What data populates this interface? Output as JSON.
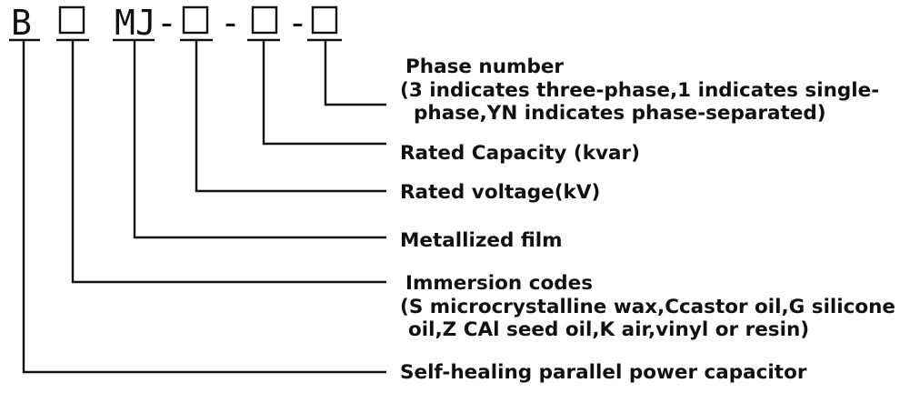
{
  "code": {
    "prefix": "B",
    "film_letters": "MJ",
    "separator_1": "-",
    "separator_2": "-",
    "separator_3": "-"
  },
  "labels": {
    "phase": {
      "line1": "Phase number",
      "line2": "(3 indicates three-phase,1 indicates single-",
      "line3": "phase,YN indicates phase-separated)"
    },
    "capacity": "Rated Capacity (kvar)",
    "voltage": "Rated voltage(kV)",
    "film": "Metallized film",
    "immersion": {
      "line1": "Immersion codes",
      "line2": "(S microcrystalline wax,Ccastor oil,G silicone",
      "line3": "oil,Z CAl seed oil,K air,vinyl or resin)"
    },
    "self_healing": "Self-healing parallel power capacitor"
  },
  "colors": {
    "ink": "#111111",
    "background": "#ffffff"
  }
}
